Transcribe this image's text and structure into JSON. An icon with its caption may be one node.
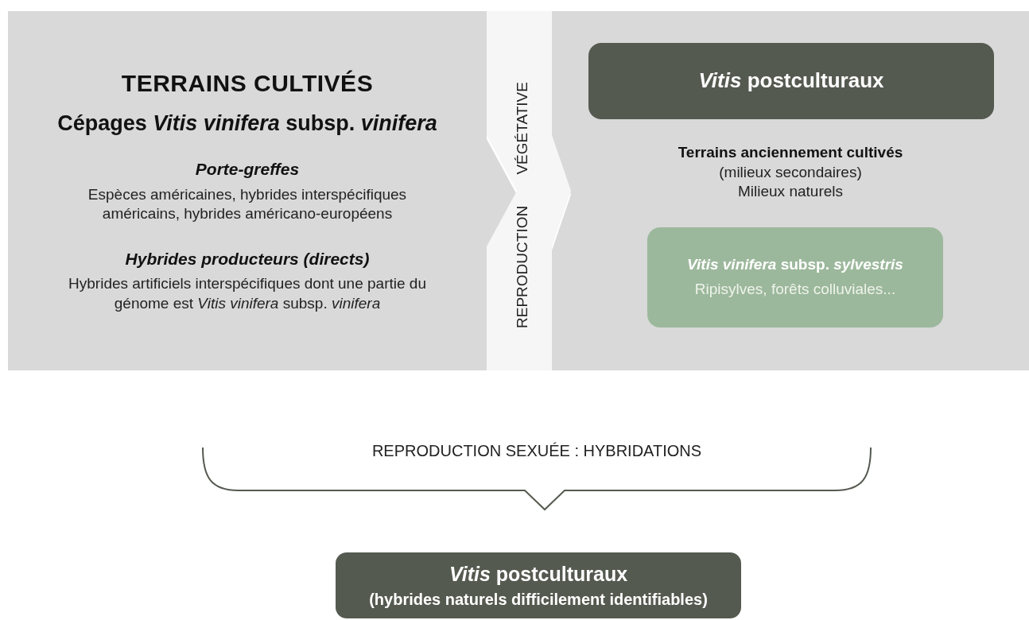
{
  "diagram": {
    "nodes": [
      {
        "text": [
          "TERRAINS CULTIVÉS",
          "Cépages *Vitis vinifera* subsp. *vinifera*",
          "Porte-greffes",
          "Espèces américaines, hybrides interspécifiques américains, hybrides américano-européens",
          "Hybrides producteurs (directs)",
          "Hybrides artificiels interspécifiques dont une partie du génome est *Vitis vinifera* subsp. *vinifera*"
        ]
      },
      {
        "text": [
          "Terrains anciennement cultivés",
          "(milieux secondaires)",
          "Milieux naturels"
        ]
      },
      {
        "text": [
          "*Vitis* postculturaux"
        ],
        "in": 1
      },
      {
        "text": [
          "*Vitis vinifera* subsp. *sylvestris*",
          "Ripisylves, forêts colluviales..."
        ],
        "in": 1
      },
      {
        "text": [
          "*Vitis* postculturaux",
          "(hybrides naturels difficilement identifiables)"
        ]
      }
    ],
    "edges": [
      {
        "from": 0,
        "to": 1,
        "arrow": "to",
        "label": "REPRODUCTION VÉGÉTATIVE"
      }
    ],
    "labels": [
      "REPRODUCTION SEXUÉE : HYBRIDATIONS"
    ]
  }
}
